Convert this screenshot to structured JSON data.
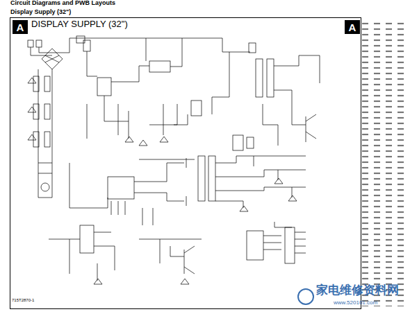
{
  "diagram": {
    "title": "Display Supply (32\")",
    "nodes": [
      {
        "text": [
          "DISPLAY SUPPLY (32\")"
        ]
      },
      {
        "text": [
          "A"
        ],
        "in": 0
      },
      {
        "text": [
          "A"
        ],
        "in": 0
      }
    ],
    "labels": [
      "Circuit Diagrams and PWB Layouts",
      "715T2870-1",
      "家电维修资料网",
      "www.520101.com"
    ]
  }
}
